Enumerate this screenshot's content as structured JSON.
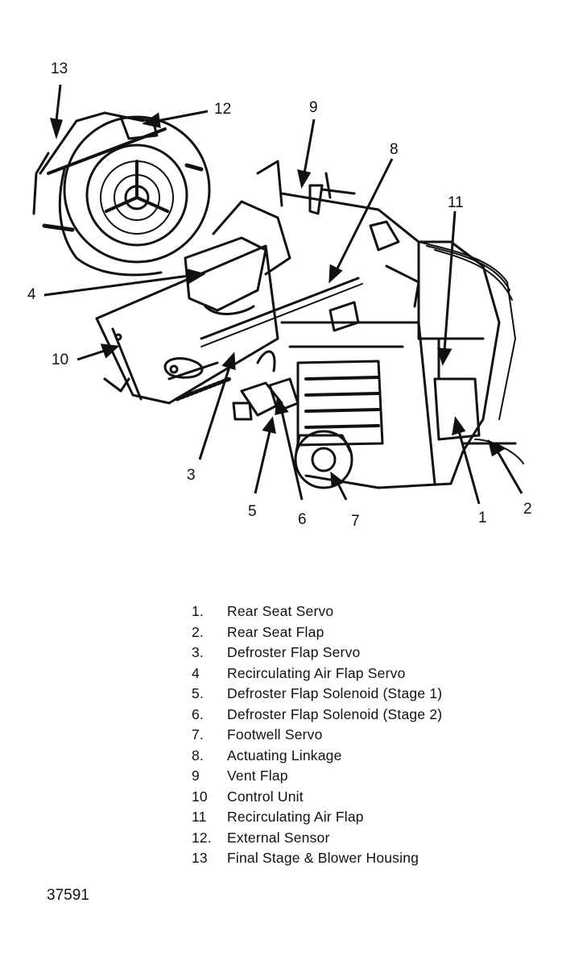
{
  "callouts": [
    "1",
    "2",
    "3",
    "4",
    "5",
    "6",
    "7",
    "8",
    "9",
    "10",
    "11",
    "12",
    "13"
  ],
  "legend": [
    {
      "num": "1.",
      "text": "Rear Seat Servo"
    },
    {
      "num": "2.",
      "text": "Rear Seat Flap"
    },
    {
      "num": "3.",
      "text": "Defroster Flap Servo"
    },
    {
      "num": "4",
      "text": "Recirculating Air Flap Servo"
    },
    {
      "num": "5.",
      "text": "Defroster Flap Solenoid (Stage 1)"
    },
    {
      "num": "6.",
      "text": "Defroster Flap Solenoid (Stage 2)"
    },
    {
      "num": "7.",
      "text": "Footwell Servo"
    },
    {
      "num": "8.",
      "text": "Actuating Linkage"
    },
    {
      "num": "9",
      "text": "Vent Flap"
    },
    {
      "num": "10",
      "text": "Control Unit"
    },
    {
      "num": "11",
      "text": "Recirculating Air Flap"
    },
    {
      "num": "12.",
      "text": "External Sensor"
    },
    {
      "num": "13",
      "text": "Final Stage & Blower Housing"
    }
  ],
  "figure_id": "37591"
}
